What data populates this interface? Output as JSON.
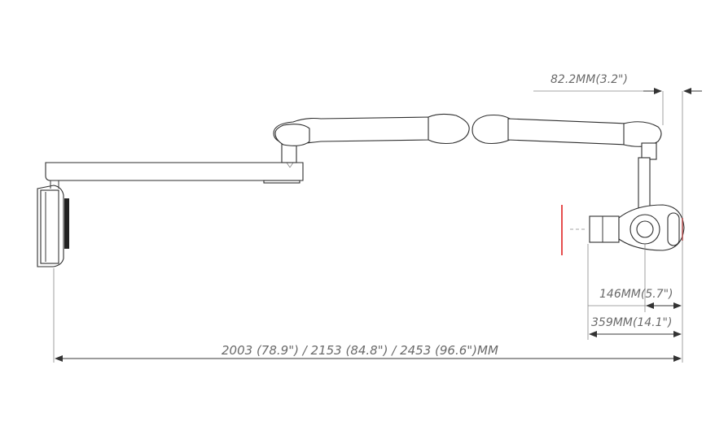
{
  "dimensions": {
    "top_offset": "82.2MM(3.2\")",
    "head_depth": "146MM(5.7\")",
    "head_length": "359MM(14.1\")",
    "total_reach": "2003 (78.9\") / 2153 (84.8\") / 2453 (96.6\")MM"
  }
}
